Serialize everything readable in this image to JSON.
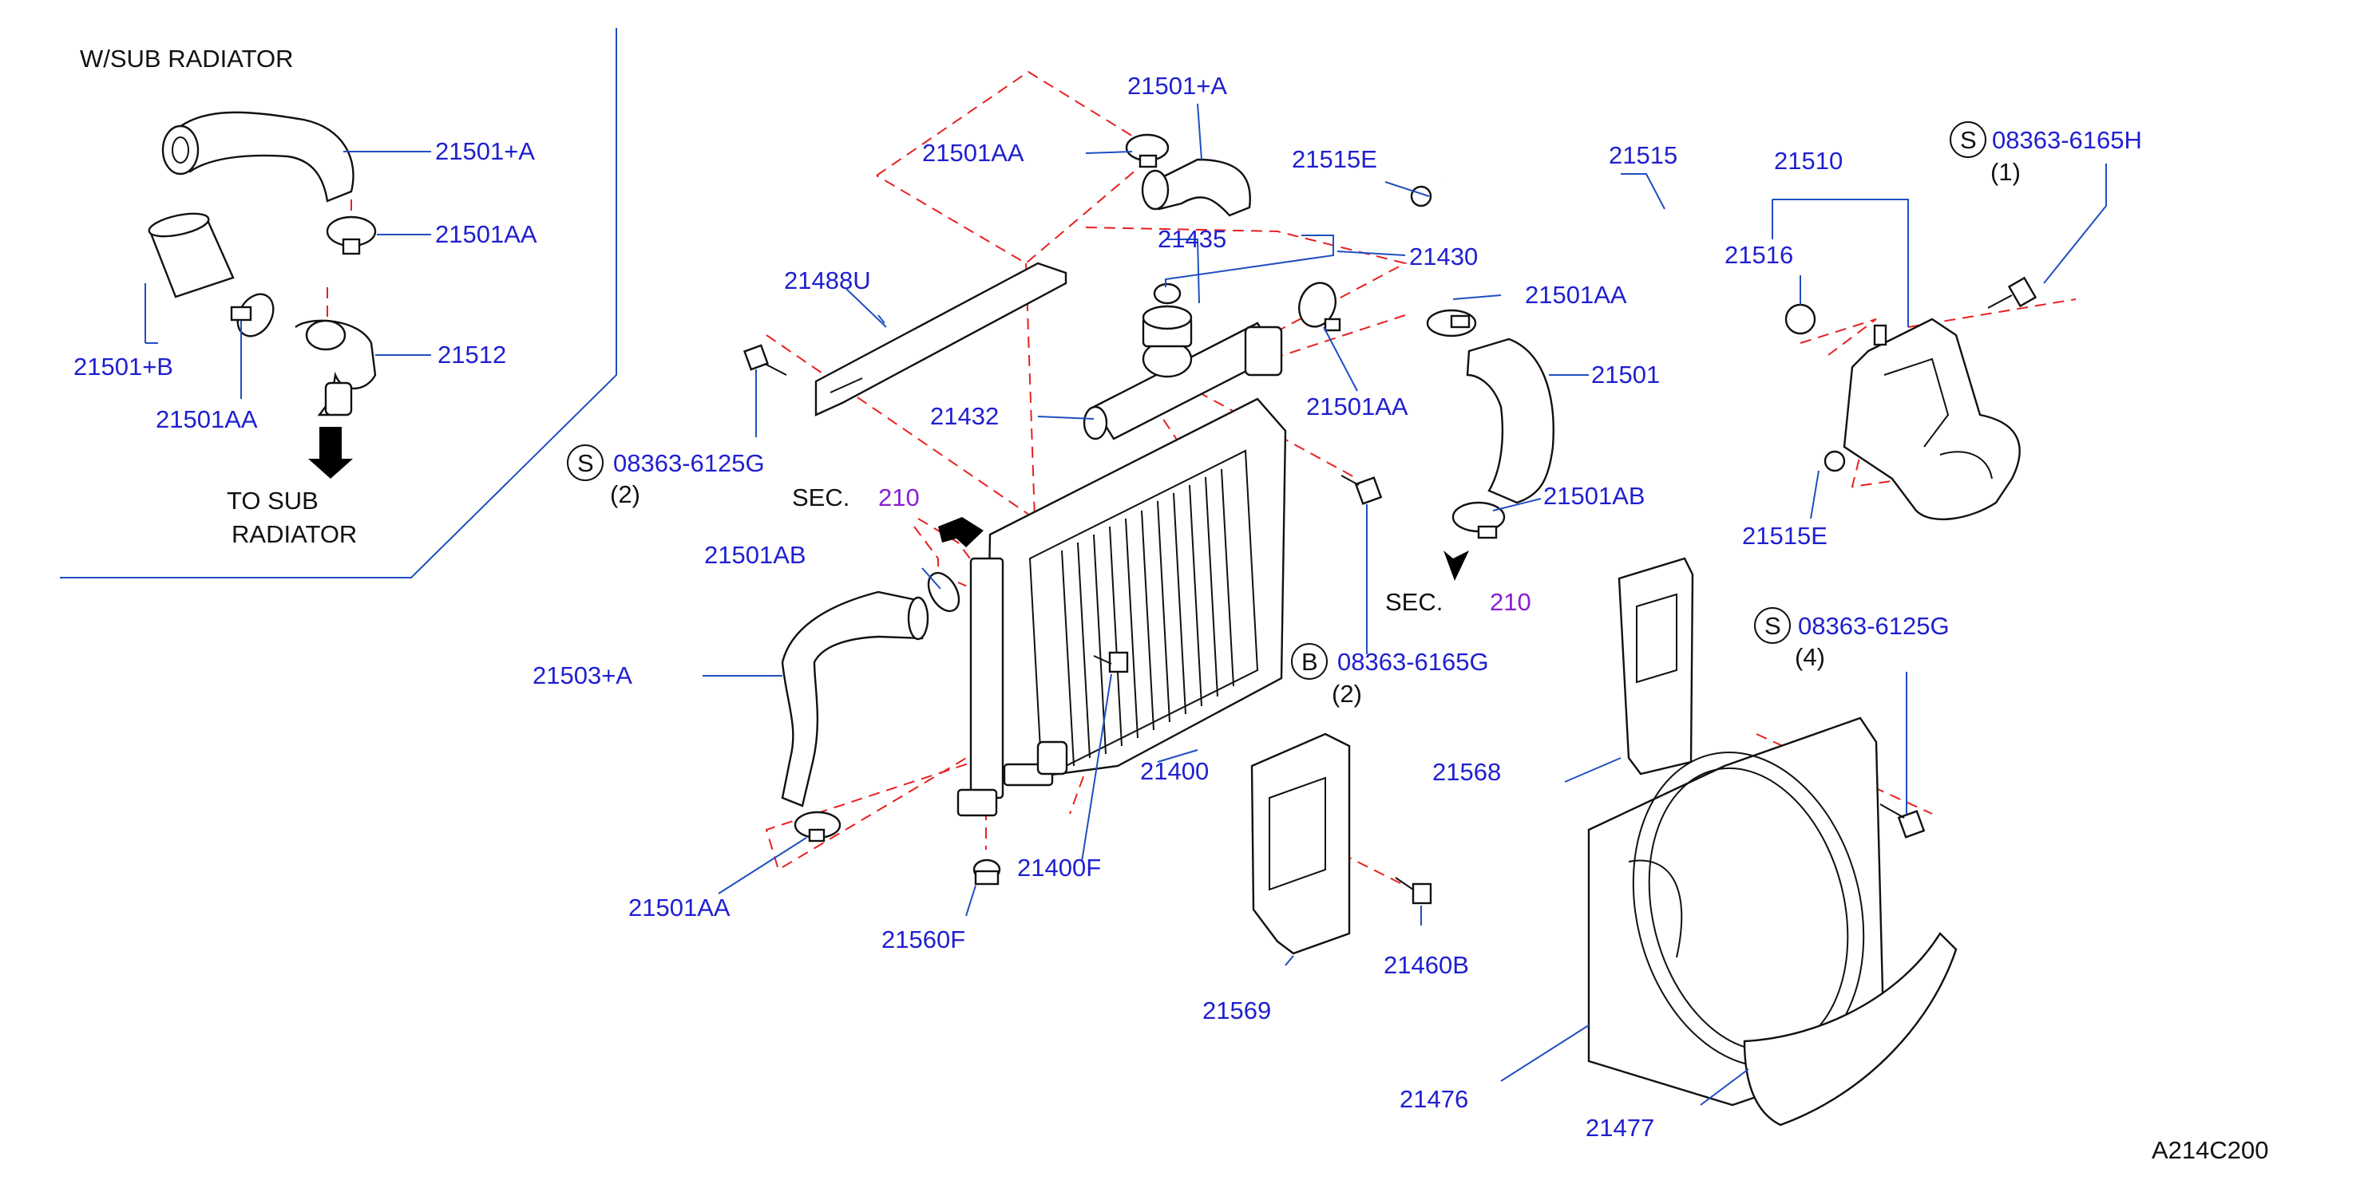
{
  "inset": {
    "title": "W/SUB   RADIATOR",
    "parts": [
      "21501+A",
      "21501AA",
      "21501+B",
      "21501AA",
      "21512"
    ],
    "to_sub_line1": "TO   SUB",
    "to_sub_line2": "RADIATOR"
  },
  "sec_label": "SEC.",
  "sec_number": "210",
  "labels": {
    "p21501A": "21501+A",
    "p21501AA_top": "21501AA",
    "p21515E_top": "21515E",
    "p21515": "21515",
    "p21510": "21510",
    "s_bolt_top": "08363-6165H",
    "s_bolt_top_qty": "(1)",
    "p21435": "21435",
    "p21430": "21430",
    "p21516": "21516",
    "p21488U": "21488U",
    "p21501AA_right": "21501AA",
    "p21501": "21501",
    "p21432": "21432",
    "p21501AA_mid": "21501AA",
    "s_bolt_left": "08363-6125G",
    "s_bolt_left_qty": "(2)",
    "p21501AB_right": "21501AB",
    "p21515E_bottom": "21515E",
    "p21501AB_left": "21501AB",
    "s_bolt_right": "08363-6125G",
    "s_bolt_right_qty": "(4)",
    "p21503A": "21503+A",
    "b_bolt": "08363-6165G",
    "b_bolt_qty": "(2)",
    "p21400": "21400",
    "p21568": "21568",
    "p21400F": "21400F",
    "p21501AA_bottom": "21501AA",
    "p21560F": "21560F",
    "p21460B": "21460B",
    "p21569": "21569",
    "p21476": "21476",
    "p21477": "21477"
  },
  "symbols": {
    "s": "S",
    "b": "B"
  },
  "diagram_code": "A214C200"
}
